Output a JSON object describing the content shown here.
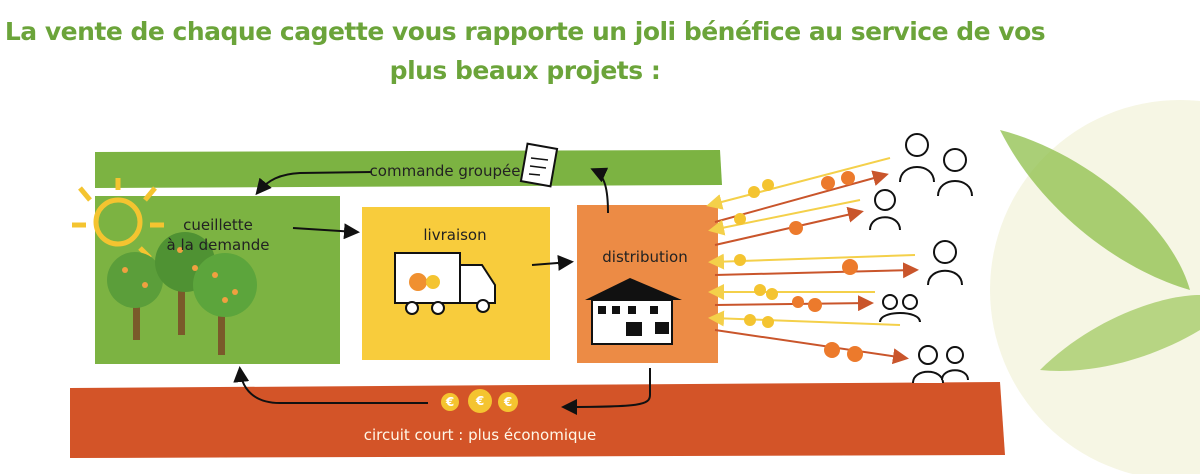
{
  "heading": "La vente de chaque cagette vous rapporte un joli bénéfice au service de vos plus beaux projets :",
  "diagram": {
    "top_band_label": "commande groupée",
    "bottom_band_label": "circuit court : plus économique",
    "step1_line1": "cueillette",
    "step1_line2": "à la demande",
    "step2": "livraison",
    "step3": "distribution",
    "coin_symbol": "€",
    "colors": {
      "green": "#7cb342",
      "yellow": "#f8cc3c",
      "orange": "#ec8b45",
      "red": "#d35428",
      "title": "#6ba43a"
    }
  }
}
